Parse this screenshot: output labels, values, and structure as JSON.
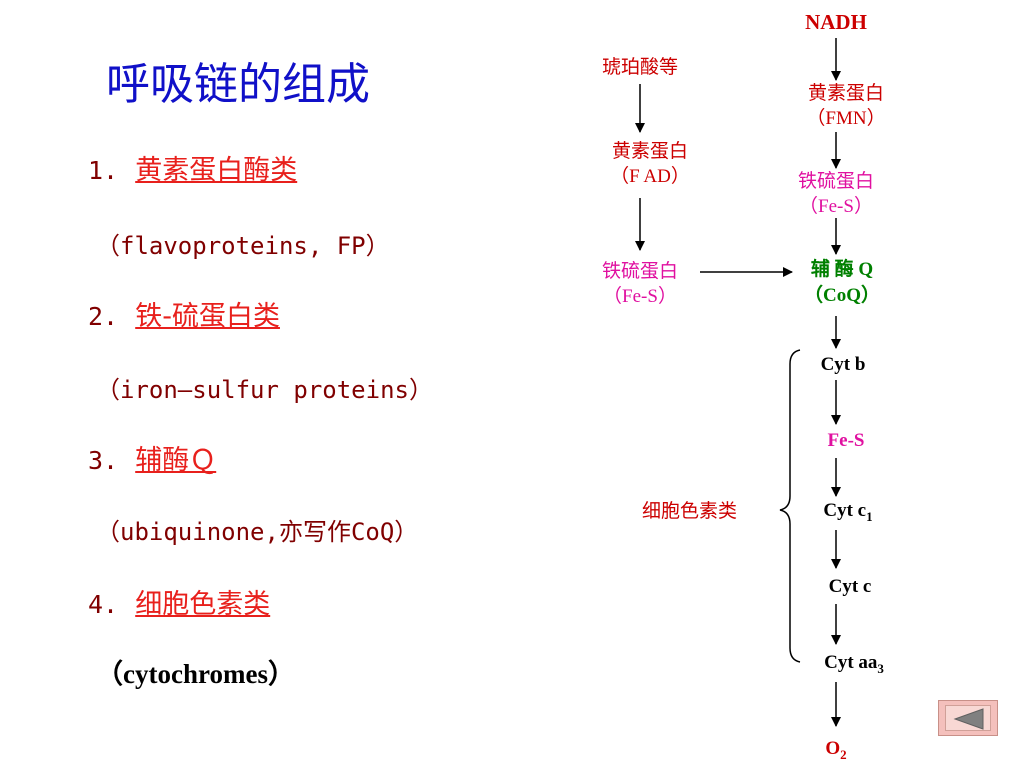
{
  "title": "呼吸链的组成",
  "items": [
    {
      "num": "1.",
      "name": "黄素蛋白酶类",
      "sub": "（flavoproteins, FP）"
    },
    {
      "num": "2.",
      "name": "铁-硫蛋白类",
      "sub": "（iron—sulfur proteins）"
    },
    {
      "num": "3.",
      "name": "辅酶Ｑ",
      "sub": "（ubiquinone,亦写作CoQ）"
    },
    {
      "num": "4.",
      "name": "细胞色素类",
      "sub": "（cytochromes）"
    }
  ],
  "diagram": {
    "nadh": "NADH",
    "fmn_line1": "黄素蛋白",
    "fmn_line2": "（FMN）",
    "fes_right_line1": "铁硫蛋白",
    "fes_right_line2": "（Fe-S）",
    "succinate": "琥珀酸等",
    "fad_line1": "黄素蛋白",
    "fad_line2": "（F AD）",
    "fes_left_line1": "铁硫蛋白",
    "fes_left_line2": "（Fe-S）",
    "coq_line1": "辅 酶 Q",
    "coq_line2": "（CoQ）",
    "cyt_b": "Cyt b",
    "fes": "Fe-S",
    "cyt_c1": "Cyt c",
    "cyt_c1_sub": "1",
    "cyt_c": "Cyt c",
    "cyt_aa3": "Cyt aa",
    "cyt_aa3_sub": "3",
    "o2": "O",
    "o2_sub": "2",
    "cytochromes_label": "细胞色素类"
  },
  "colors": {
    "title": "#1010c8",
    "item_name": "#e8201c",
    "item_text": "#800000",
    "diagram_red": "#cc0000",
    "diagram_magenta": "#e010a0",
    "diagram_green": "#008000"
  },
  "icons": {
    "back": "back-triangle-icon"
  }
}
